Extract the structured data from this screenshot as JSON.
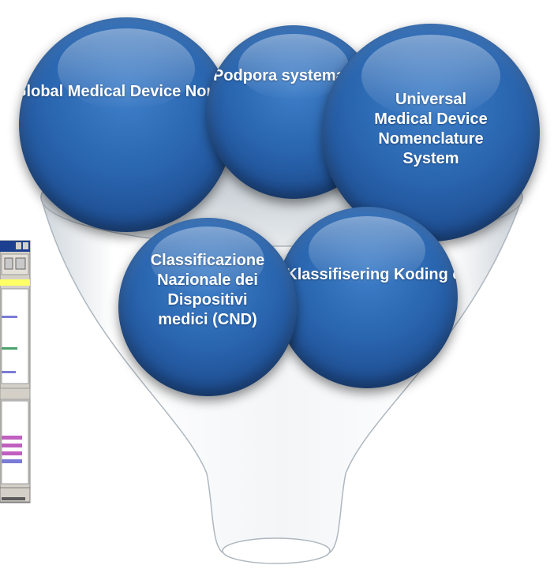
{
  "circles": {
    "gmdn": "Global Medical Device\nNomenclature\n(GMDN)",
    "posyp": "Podpora\nsystematizace\nce přístrojů\n(POSYP)",
    "umdns": "Universal\nMedical Device\nNomenclature\nSystem",
    "cnd": "Classificazione\nNazionale dei\nDispositivi\nmedici (CND)",
    "nkkn": "Norsk Klassifisering\nKoding og\nNomenklatur"
  },
  "colors": {
    "circle_fill": "#2a66b0",
    "funnel_fill": "#e8ecef",
    "text": "#ffffff"
  }
}
